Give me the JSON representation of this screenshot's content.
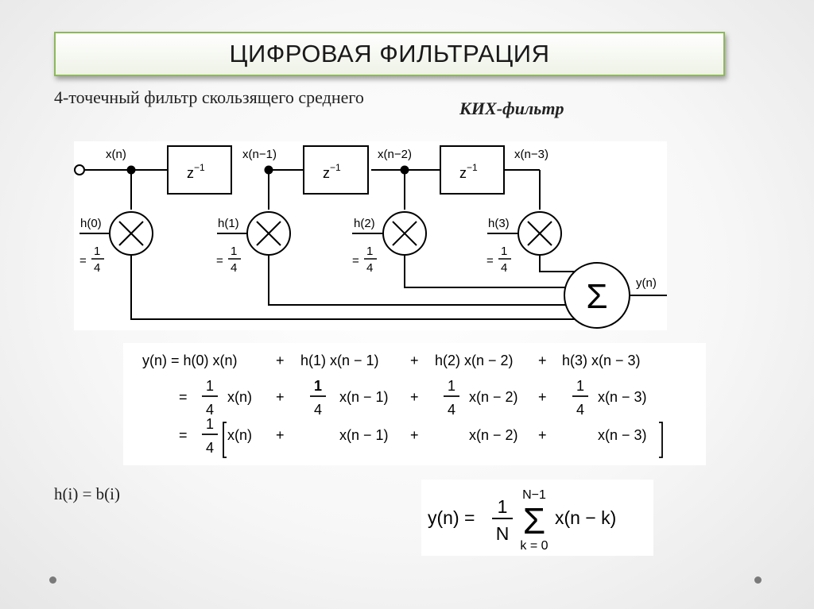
{
  "title": "ЦИФРОВАЯ ФИЛЬТРАЦИЯ",
  "subtitle": "4-точечный фильтр скользящего среднего",
  "fir_label": "КИХ-фильтр",
  "diagram": {
    "taps": [
      "x(n)",
      "x(n−1)",
      "x(n−2)",
      "x(n−3)"
    ],
    "delay": "z",
    "delay_exp": "−1",
    "coeffs": [
      "h(0)",
      "h(1)",
      "h(2)",
      "h(3)"
    ],
    "eq_sign": "=",
    "frac_num": "1",
    "frac_den": "4",
    "sum_symbol": "Σ",
    "output": "y(n)"
  },
  "equations": {
    "line1": [
      "y(n) = h(0) x(n)",
      "+",
      "h(1) x(n − 1)",
      "+",
      "h(2) x(n − 2)",
      "+",
      "h(3) x(n − 3)"
    ],
    "line2": [
      "=",
      "x(n)",
      "+",
      "x(n − 1)",
      "+",
      "x(n − 2)",
      "+",
      "x(n − 3)"
    ],
    "line3": [
      "=",
      "x(n)",
      "+",
      "x(n − 1)",
      "+",
      "x(n − 2)",
      "+",
      "x(n − 3)"
    ],
    "frac_num": "1",
    "frac_den": "4"
  },
  "h_equals_b": "h(i) = b(i)",
  "general_formula": {
    "lhs": "y(n) =",
    "num": "1",
    "den": "N",
    "sigma": "Σ",
    "upper": "N−1",
    "lower": "k = 0",
    "term": "x(n − k)"
  }
}
